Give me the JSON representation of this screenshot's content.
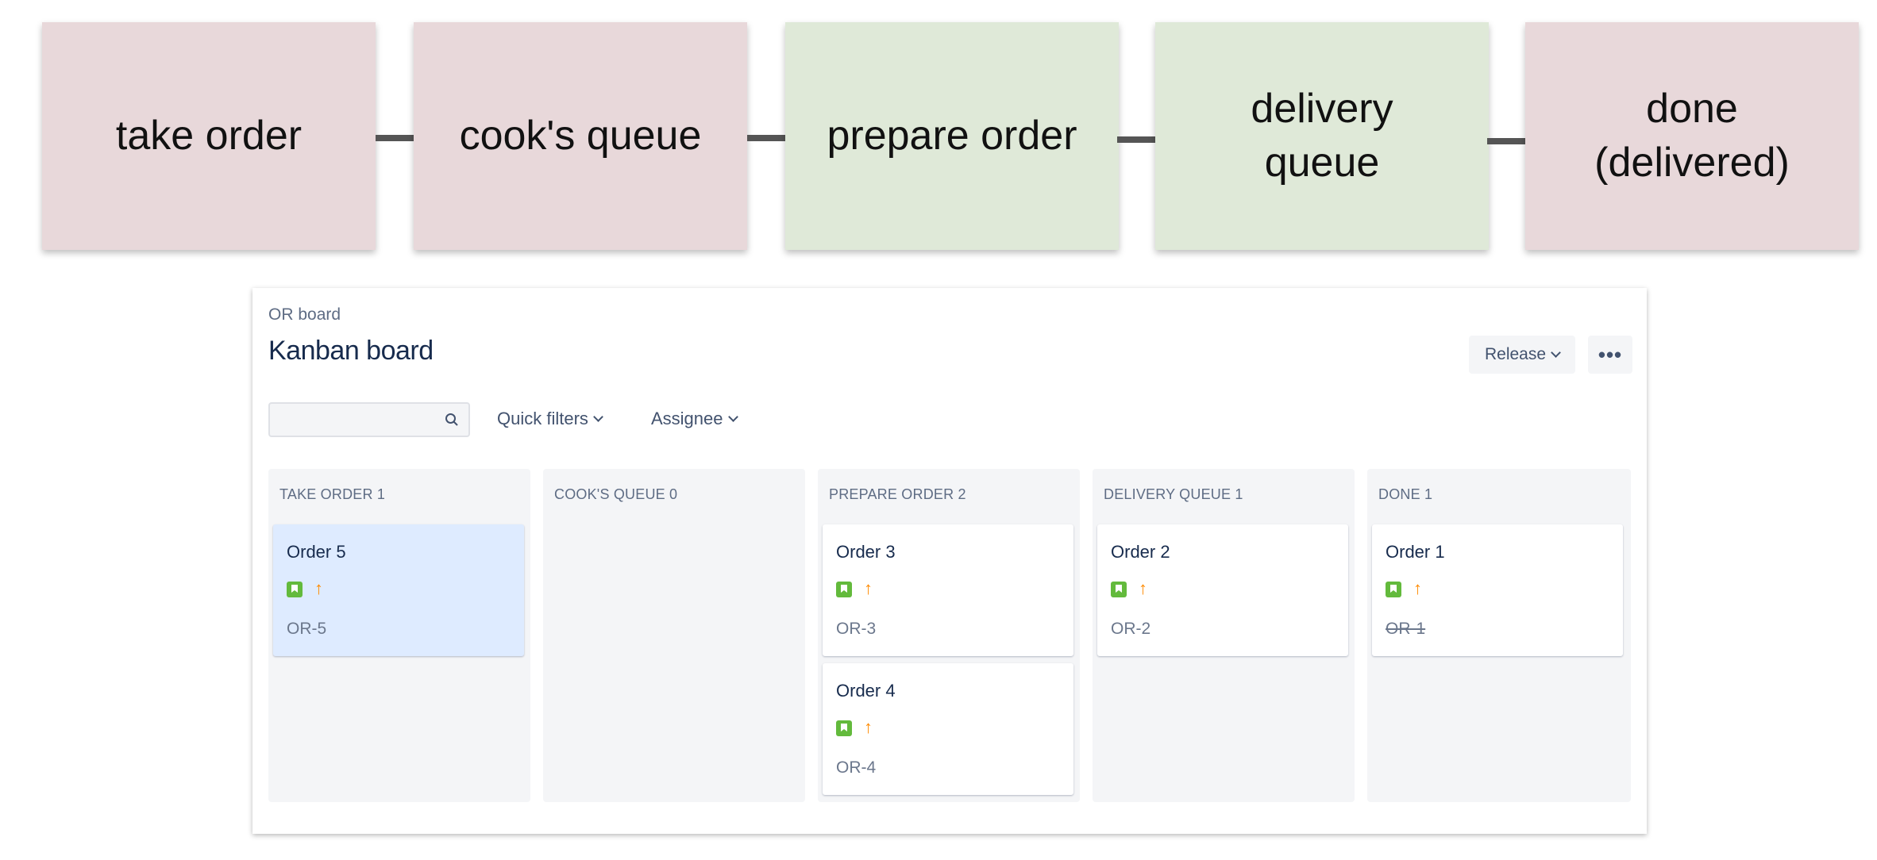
{
  "flow": {
    "steps": [
      {
        "label": "take order",
        "color": "#e8d8da"
      },
      {
        "label": "cook's queue",
        "color": "#e8d8da"
      },
      {
        "label": "prepare order",
        "color": "#dfe9d8"
      },
      {
        "label": "delivery queue",
        "color": "#dfe9d8"
      },
      {
        "label": "done (delivered)",
        "color": "#e8d8da"
      }
    ]
  },
  "board": {
    "breadcrumb": "OR board",
    "title": "Kanban board",
    "release_label": "Release",
    "more_label": "•••",
    "search": {
      "placeholder": ""
    },
    "filters": {
      "quick": "Quick filters",
      "assignee": "Assignee"
    },
    "columns": [
      {
        "header": "TAKE ORDER 1",
        "cards": [
          {
            "title": "Order 5",
            "key": "OR-5",
            "selected": true
          }
        ]
      },
      {
        "header": "COOK'S QUEUE 0",
        "cards": []
      },
      {
        "header": "PREPARE ORDER 2",
        "cards": [
          {
            "title": "Order 3",
            "key": "OR-3"
          },
          {
            "title": "Order 4",
            "key": "OR-4"
          }
        ]
      },
      {
        "header": "DELIVERY QUEUE 1",
        "cards": [
          {
            "title": "Order 2",
            "key": "OR-2"
          }
        ]
      },
      {
        "header": "DONE 1",
        "cards": [
          {
            "title": "Order 1",
            "key": "OR-1",
            "done": true
          }
        ]
      }
    ]
  },
  "icons": {
    "story": "story-icon",
    "priority": "priority-high-icon",
    "search": "search-icon",
    "more": "more-icon",
    "chevron": "chevron-down-icon"
  },
  "colors": {
    "story": "#63ba3c",
    "priority": "#ff8b00",
    "title": "#172b4d",
    "accent_selected": "#deebff"
  }
}
